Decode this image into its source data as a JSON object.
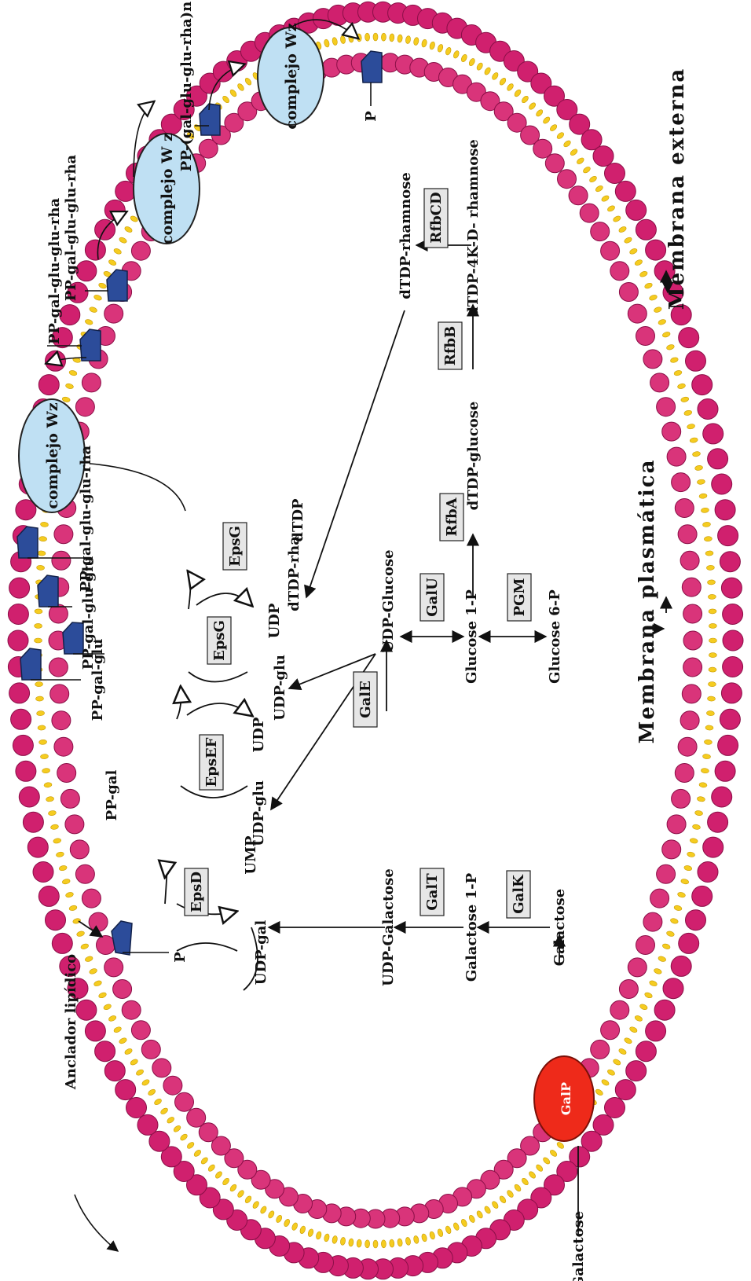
{
  "colors": {
    "lipid_head_outer": "#d0206e",
    "lipid_head_inner": "#d9347a",
    "lipid_tail": "#f5cc20",
    "complex_fill": "#bfe0f3",
    "carrier_fill": "#2c4c9a",
    "galp_fill": "#ee2a1a",
    "enzyme_box_fill": "#e6e6e6"
  },
  "enzymes": {
    "galK": "GalK",
    "galT": "GalT",
    "galE": "GalE",
    "galU": "GalU",
    "pgm": "PGM",
    "rfbA": "RfbA",
    "rfbB": "RfbB",
    "rfbCD": "RfbCD",
    "epsD": "EpsD",
    "epsEF": "EpsEF",
    "epsG_1": "EpsG",
    "epsG_2": "EpsG"
  },
  "metabolites": {
    "galactose_out": "Galactose",
    "galactose_in": "Galactose",
    "galactose_1p": "Galactose 1-P",
    "udp_galactose": "UDP-Galactose",
    "udp_glucose": "UDP-Glucose",
    "glucose_1p": "Glucose 1-P",
    "glucose_6p": "Glucose 6-P",
    "dtdp_glucose": "dTDP-glucose",
    "dtdp_4k_rhamnose": "dTDP-4K-D- rhamnose",
    "dtdp_rhamnose": "dTDP-rhamnose",
    "udp_gal": "UDP-gal",
    "ump": "UMP",
    "p_donor": "P",
    "udp_glu_1": "UDP-glu",
    "udp_1": "UDP",
    "udp_glu_2": "UDP-glu",
    "udp_2": "UDP",
    "dtdp_rha": "dTDP-rha",
    "dtdp": "dTDP"
  },
  "intermediates": {
    "pp_gal": "PP-gal",
    "pp_gal_glu": "PP-gal-glu",
    "pp_gal_glu_glu": "PP-gal-glu-glu",
    "pp_gal_glu_glu_rha": "PP-gal-glu-glu-rha",
    "out_1": "PP-gal-glu-glu-rha",
    "out_2": "PP-gal-glu-glu-rha",
    "out_3": "PP-(gal-glu-glu-rha)n",
    "out_p": "P"
  },
  "complexes": {
    "wz_1": "complejo Wz",
    "wz_2": "complejo W z",
    "wz_3": "complejo Wz"
  },
  "labels": {
    "galp": "GalP",
    "anclador": "Anclador lipídico",
    "membrana_plasmatica": "Membrana plasmática",
    "membrana_externa": "Membrana externa"
  }
}
